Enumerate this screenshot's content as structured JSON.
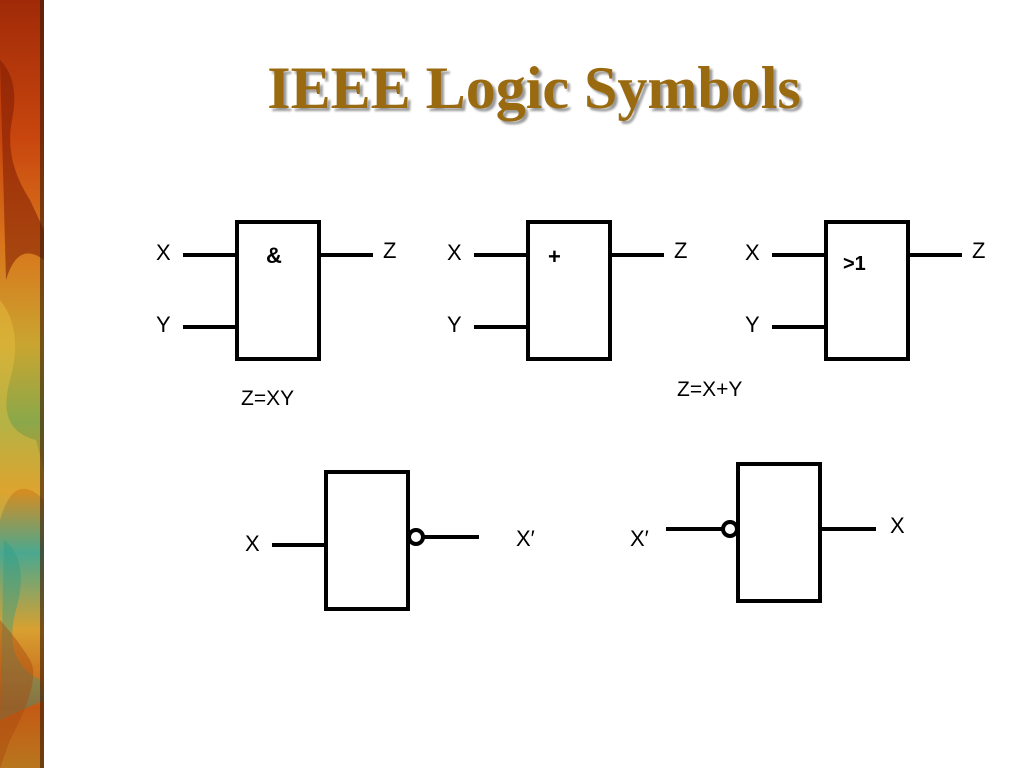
{
  "slide": {
    "title": "IEEE Logic Symbols"
  },
  "gates": {
    "and": {
      "symbol": "&",
      "in1": "X",
      "in2": "Y",
      "out": "Z",
      "equation": "Z=XY"
    },
    "or_plus": {
      "symbol": "+",
      "in1": "X",
      "in2": "Y",
      "out": "Z"
    },
    "or_ge1": {
      "symbol": ">1",
      "in1": "X",
      "in2": "Y",
      "out": "Z",
      "equation": "Z=X+Y"
    },
    "not_out": {
      "in": "X",
      "out": "X′"
    },
    "not_in": {
      "in": "X′",
      "out": "X"
    }
  },
  "colors": {
    "title": "#9a6a10",
    "line": "#000000"
  }
}
